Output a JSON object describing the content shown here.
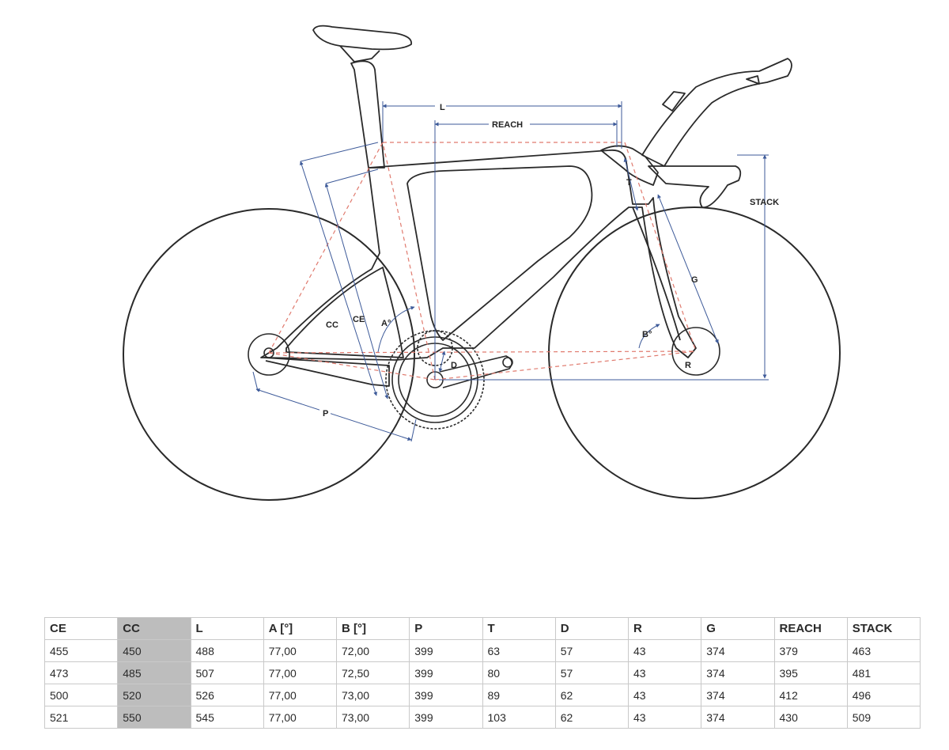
{
  "diagram": {
    "labels": {
      "L": "L",
      "REACH": "REACH",
      "T": "T",
      "STACK": "STACK",
      "G": "G",
      "CC": "CC",
      "CE": "CE",
      "A": "A°",
      "B": "B°",
      "D": "D",
      "P": "P",
      "R": "R"
    },
    "colors": {
      "frame": "#2a2a2a",
      "dimension": "#3d5a99",
      "dashed": "#e07a6e"
    }
  },
  "table": {
    "headers": [
      "CE",
      "CC",
      "L",
      "A [°]",
      "B [°]",
      "P",
      "T",
      "D",
      "R",
      "G",
      "REACH",
      "STACK"
    ],
    "highlight_column": 1,
    "rows": [
      [
        "455",
        "450",
        "488",
        "77,00",
        "72,00",
        "399",
        "63",
        "57",
        "43",
        "374",
        "379",
        "463"
      ],
      [
        "473",
        "485",
        "507",
        "77,00",
        "72,50",
        "399",
        "80",
        "57",
        "43",
        "374",
        "395",
        "481"
      ],
      [
        "500",
        "520",
        "526",
        "77,00",
        "73,00",
        "399",
        "89",
        "62",
        "43",
        "374",
        "412",
        "496"
      ],
      [
        "521",
        "550",
        "545",
        "77,00",
        "73,00",
        "399",
        "103",
        "62",
        "43",
        "374",
        "430",
        "509"
      ]
    ]
  }
}
